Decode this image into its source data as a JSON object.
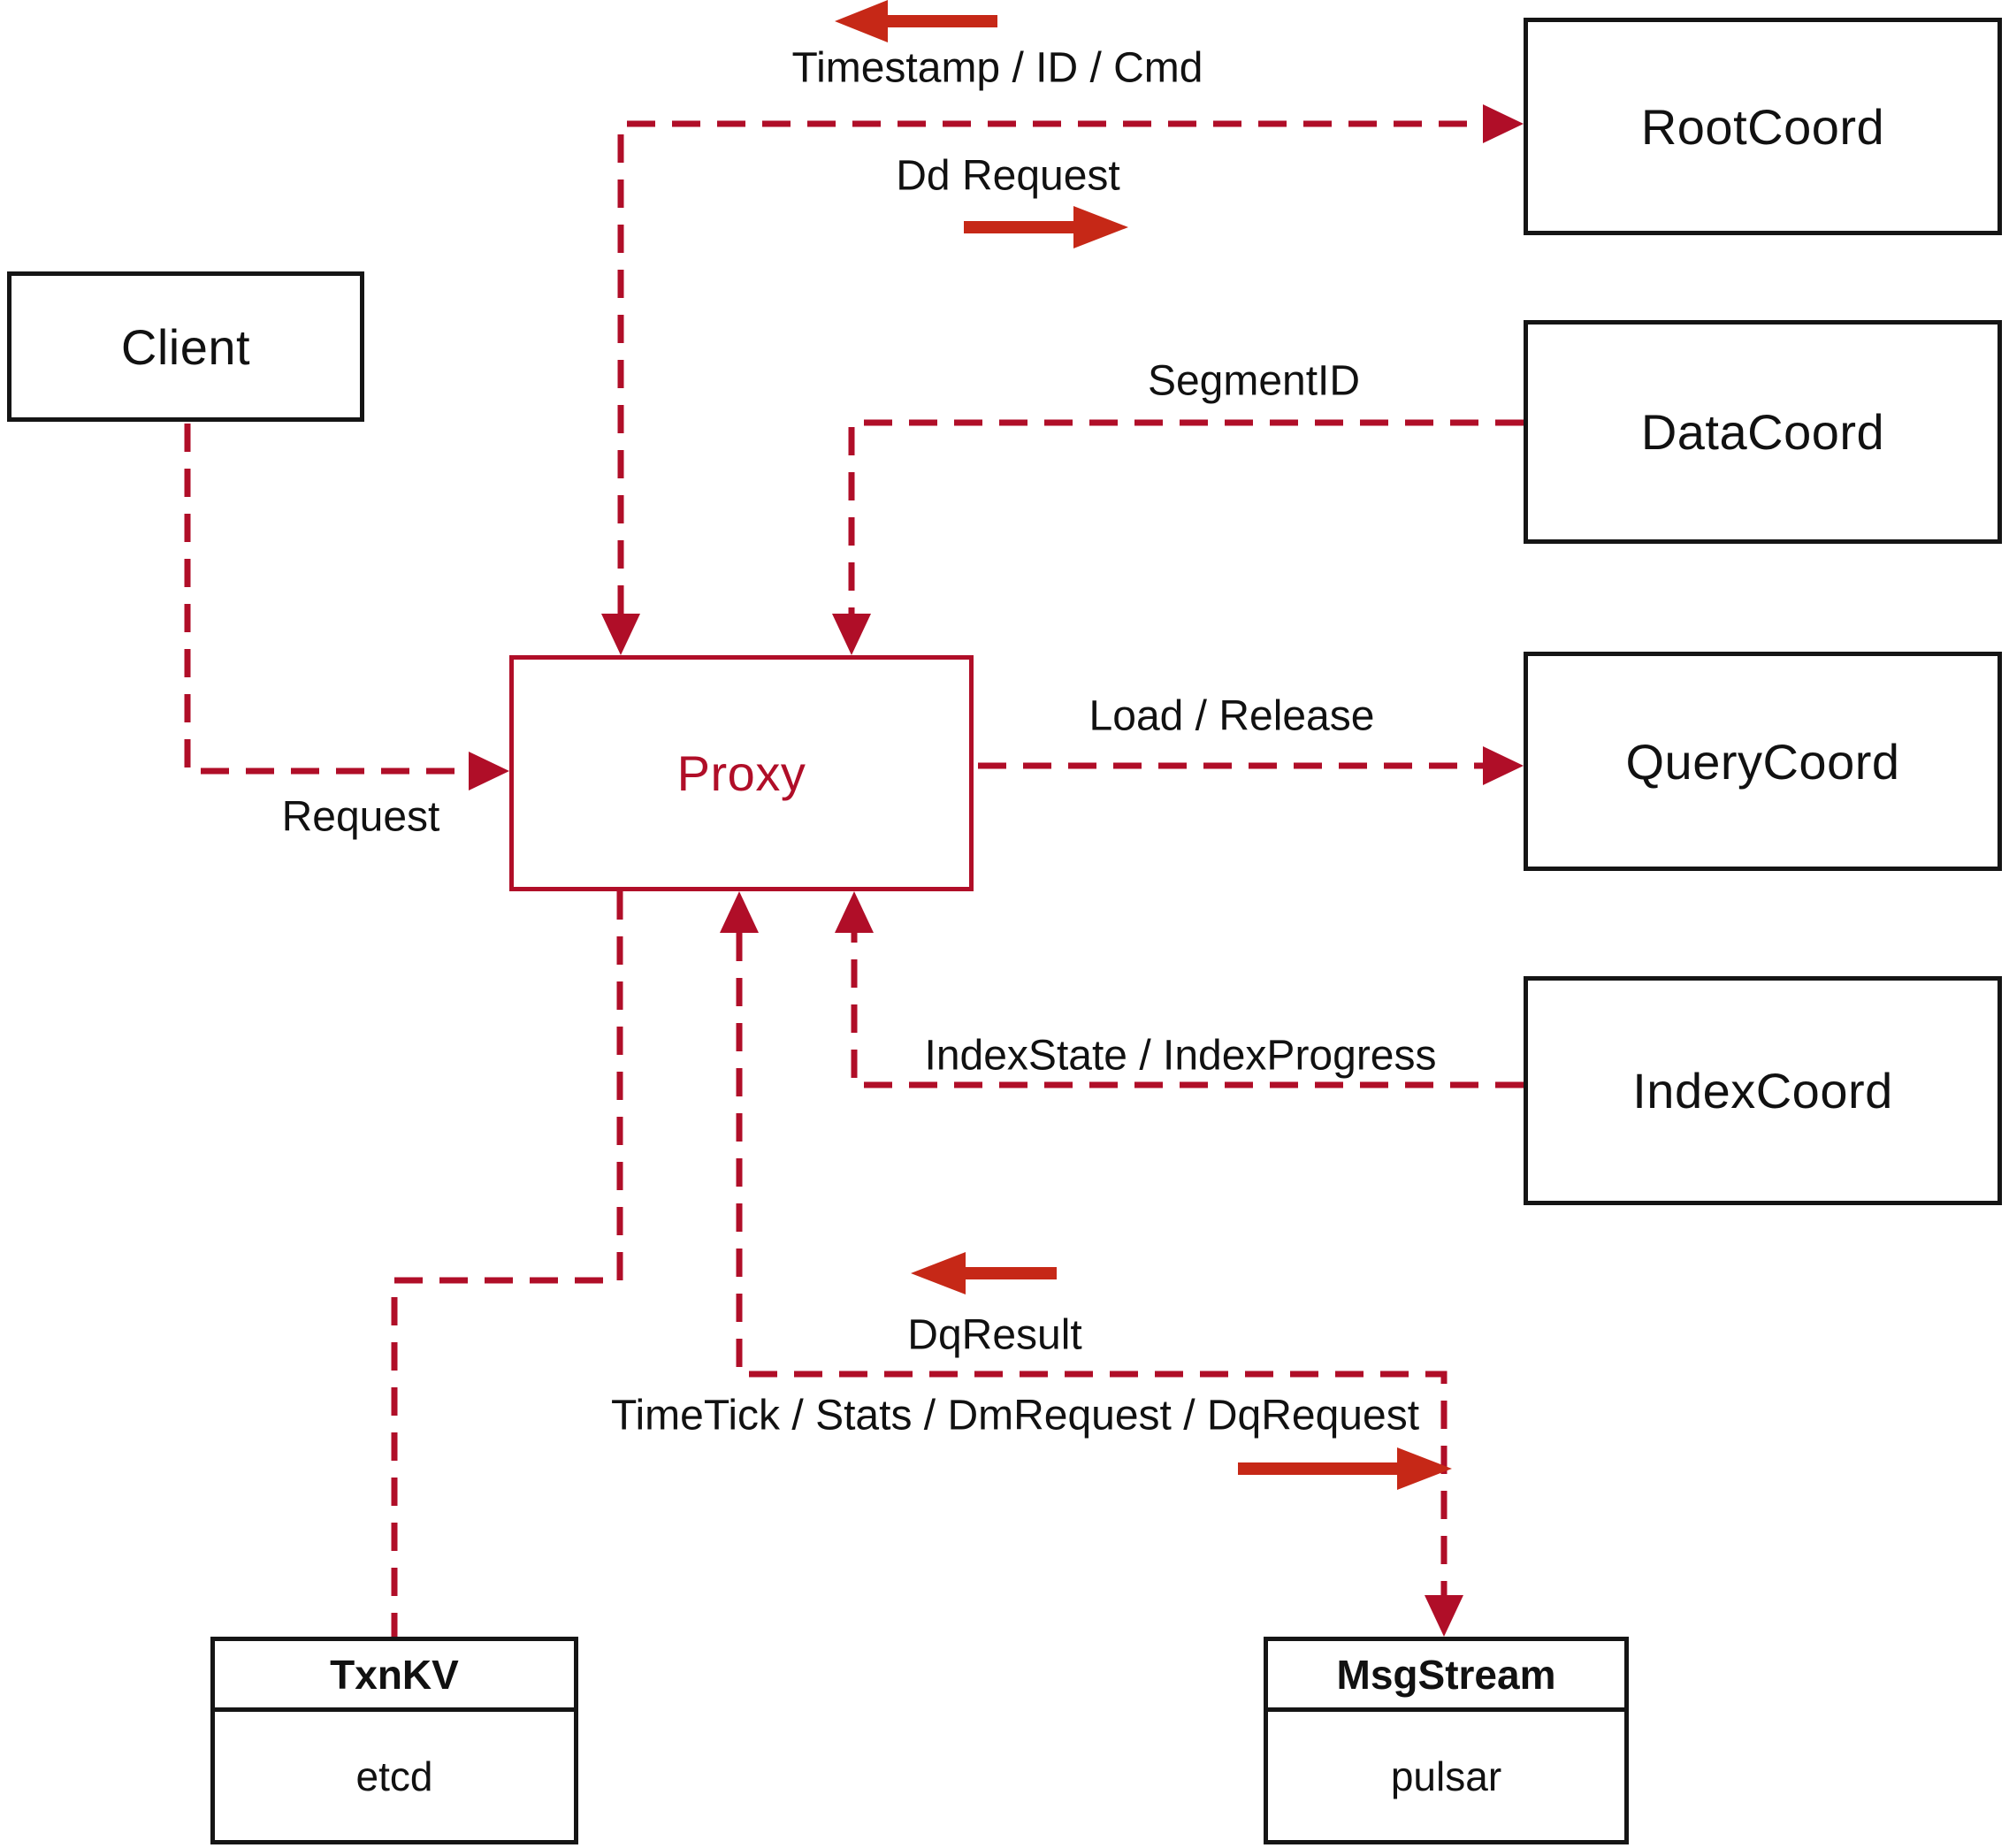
{
  "colors": {
    "line": "#b00e28",
    "arrow": "#c62817",
    "box_border": "#151515",
    "text": "#111111",
    "background": "#ffffff"
  },
  "nodes": {
    "client": {
      "label": "Client"
    },
    "proxy": {
      "label": "Proxy"
    },
    "root_coord": {
      "label": "RootCoord"
    },
    "data_coord": {
      "label": "DataCoord"
    },
    "query_coord": {
      "label": "QueryCoord"
    },
    "index_coord": {
      "label": "IndexCoord"
    },
    "txn_kv": {
      "label": "TxnKV",
      "implementation": "etcd"
    },
    "msg_stream": {
      "label": "MsgStream",
      "implementation": "pulsar"
    }
  },
  "edges": {
    "client_proxy": {
      "label": "Request"
    },
    "proxy_root_coord": {
      "to_proxy_label": "Timestamp / ID / Cmd",
      "to_root_label": "Dd Request"
    },
    "data_coord_proxy": {
      "label": "SegmentID"
    },
    "proxy_query_coord": {
      "label": "Load / Release"
    },
    "index_coord_proxy": {
      "label": "IndexState / IndexProgress"
    },
    "proxy_msg_stream": {
      "to_proxy_label": "DqResult",
      "to_msg_label": "TimeTick / Stats / DmRequest / DqRequest"
    }
  }
}
